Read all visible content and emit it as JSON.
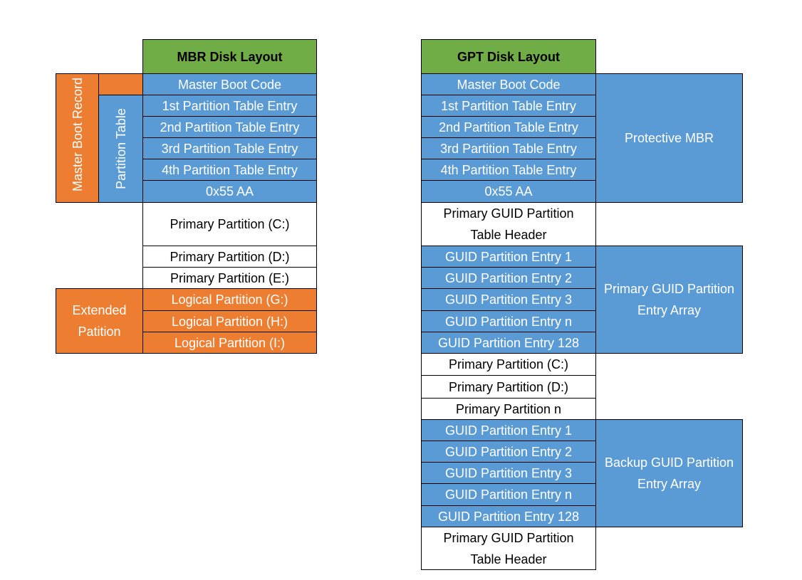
{
  "mbr": {
    "header": "MBR Disk Layout",
    "master_boot_record_label": "Master Boot Record",
    "partition_table_label": "Partition Table",
    "extended_label": "Extended Patition",
    "rows": [
      "Master Boot Code",
      "1st Partition Table Entry",
      "2nd Partition Table Entry",
      "3rd Partition Table Entry",
      "4th Partition Table Entry",
      "0x55 AA",
      "Primary Partition (C:)",
      "Primary Partition (D:)",
      "Primary Partition (E:)",
      "Logical Partition (G:)",
      "Logical Partition (H:)",
      "Logical Partition (I:)"
    ]
  },
  "gpt": {
    "header": "GPT Disk Layout",
    "protective_mbr_label": "Protective MBR",
    "primary_array_label": "Primary GUID Partition Entry Array",
    "backup_array_label": "Backup GUID Partition Entry Array",
    "rows": [
      "Master Boot Code",
      "1st Partition Table Entry",
      "2nd Partition Table Entry",
      "3rd Partition Table Entry",
      "4th Partition Table Entry",
      "0x55 AA",
      "Primary GUID Partition Table Header",
      "GUID Partition Entry 1",
      "GUID Partition Entry 2",
      "GUID Partition Entry 3",
      "GUID Partition Entry n",
      "GUID Partition Entry 128",
      "Primary Partition (C:)",
      "Primary Partition (D:)",
      "Primary Partition n",
      "GUID Partition Entry 1",
      "GUID Partition Entry 2",
      "GUID Partition Entry 3",
      "GUID Partition Entry n",
      "GUID Partition Entry 128",
      "Primary GUID Partition Table Header"
    ]
  },
  "colors": {
    "header_green": "#70ad47",
    "blue": "#5b9bd5",
    "orange": "#ed7d31"
  }
}
